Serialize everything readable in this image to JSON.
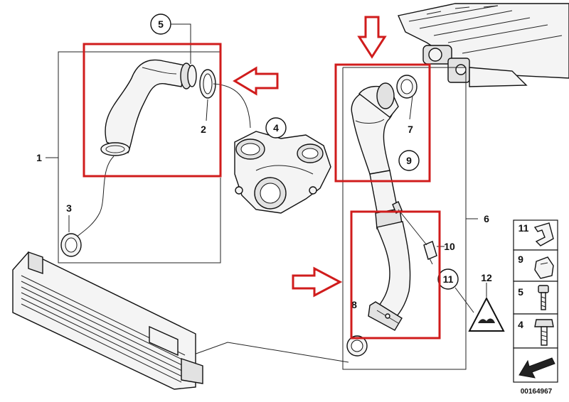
{
  "callouts": {
    "c1": "1",
    "c2": "2",
    "c3": "3",
    "c4": "4",
    "c5": "5",
    "c6": "6",
    "c7": "7",
    "c8": "8",
    "c9": "9",
    "c10": "10",
    "c11": "11",
    "c12": "12"
  },
  "legend": {
    "l11": "11",
    "l9": "9",
    "l5": "5",
    "l4": "4"
  },
  "diagram_number": "00164967",
  "colors": {
    "highlight": "#d01c1c",
    "line": "#222222",
    "part_fill": "#f4f4f4"
  },
  "icons": {
    "warning": "warning-triangle-icon",
    "arrow": "red-outline-arrow-icon"
  }
}
